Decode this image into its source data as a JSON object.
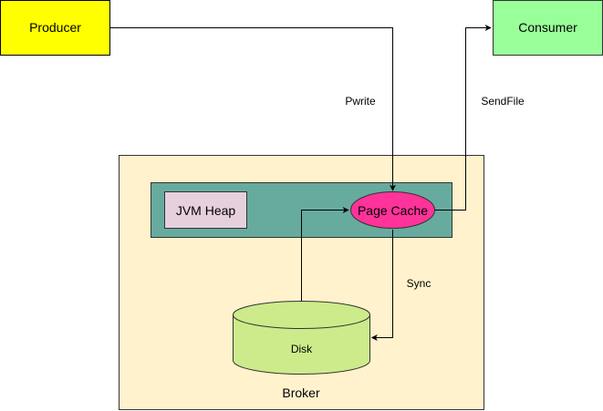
{
  "nodes": {
    "producer": {
      "label": "Producer",
      "fill": "#FFFF00",
      "stroke": "#000000"
    },
    "consumer": {
      "label": "Consumer",
      "fill": "#99FF99",
      "stroke": "#333333"
    },
    "broker": {
      "label": "Broker",
      "fill": "#FFF2CC",
      "stroke": "#333333"
    },
    "memory": {
      "fill": "#67AB9F",
      "stroke": "#333333"
    },
    "jvm_heap": {
      "label": "JVM Heap",
      "fill": "#E6D0DE",
      "stroke": "#333333"
    },
    "page_cache": {
      "label": "Page Cache",
      "fill": "#FF3399",
      "stroke": "#333333"
    },
    "disk": {
      "label": "Disk",
      "fill": "#CDEB8B",
      "stroke": "#333333"
    }
  },
  "edges": {
    "pwrite": {
      "label": "Pwrite"
    },
    "sendfile": {
      "label": "SendFile"
    },
    "sync": {
      "label": "Sync"
    }
  }
}
